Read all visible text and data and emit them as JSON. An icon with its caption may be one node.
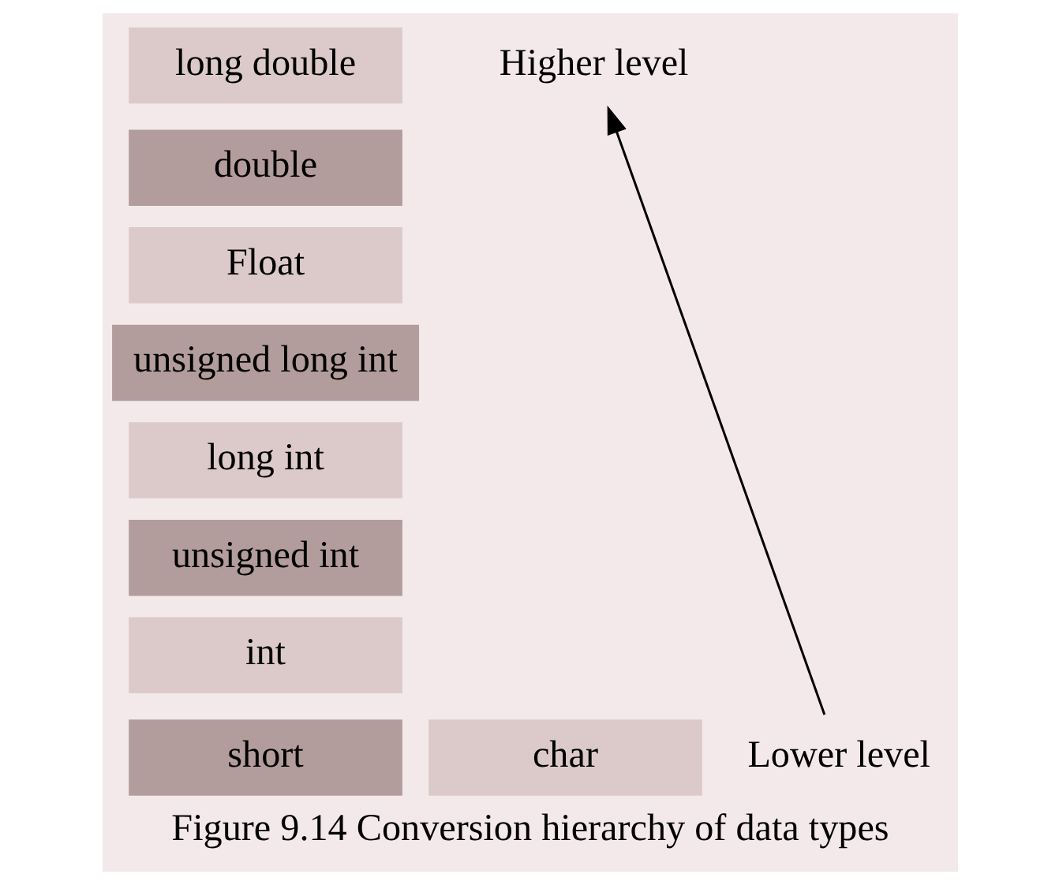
{
  "diagram": {
    "caption": "Figure 9.14 Conversion hierarchy of data types",
    "nodes": [
      {
        "text": [
          "long double"
        ]
      },
      {
        "text": [
          "double"
        ]
      },
      {
        "text": [
          "Float"
        ]
      },
      {
        "text": [
          "unsigned long int"
        ]
      },
      {
        "text": [
          "long int"
        ]
      },
      {
        "text": [
          "unsigned int"
        ]
      },
      {
        "text": [
          "int"
        ]
      },
      {
        "text": [
          "short"
        ]
      },
      {
        "text": [
          "char"
        ]
      },
      {
        "text": [
          "Higher level"
        ]
      },
      {
        "text": [
          "Lower level"
        ]
      }
    ],
    "edges": [
      {
        "from": 10,
        "to": 9,
        "arrow": "to"
      }
    ]
  }
}
